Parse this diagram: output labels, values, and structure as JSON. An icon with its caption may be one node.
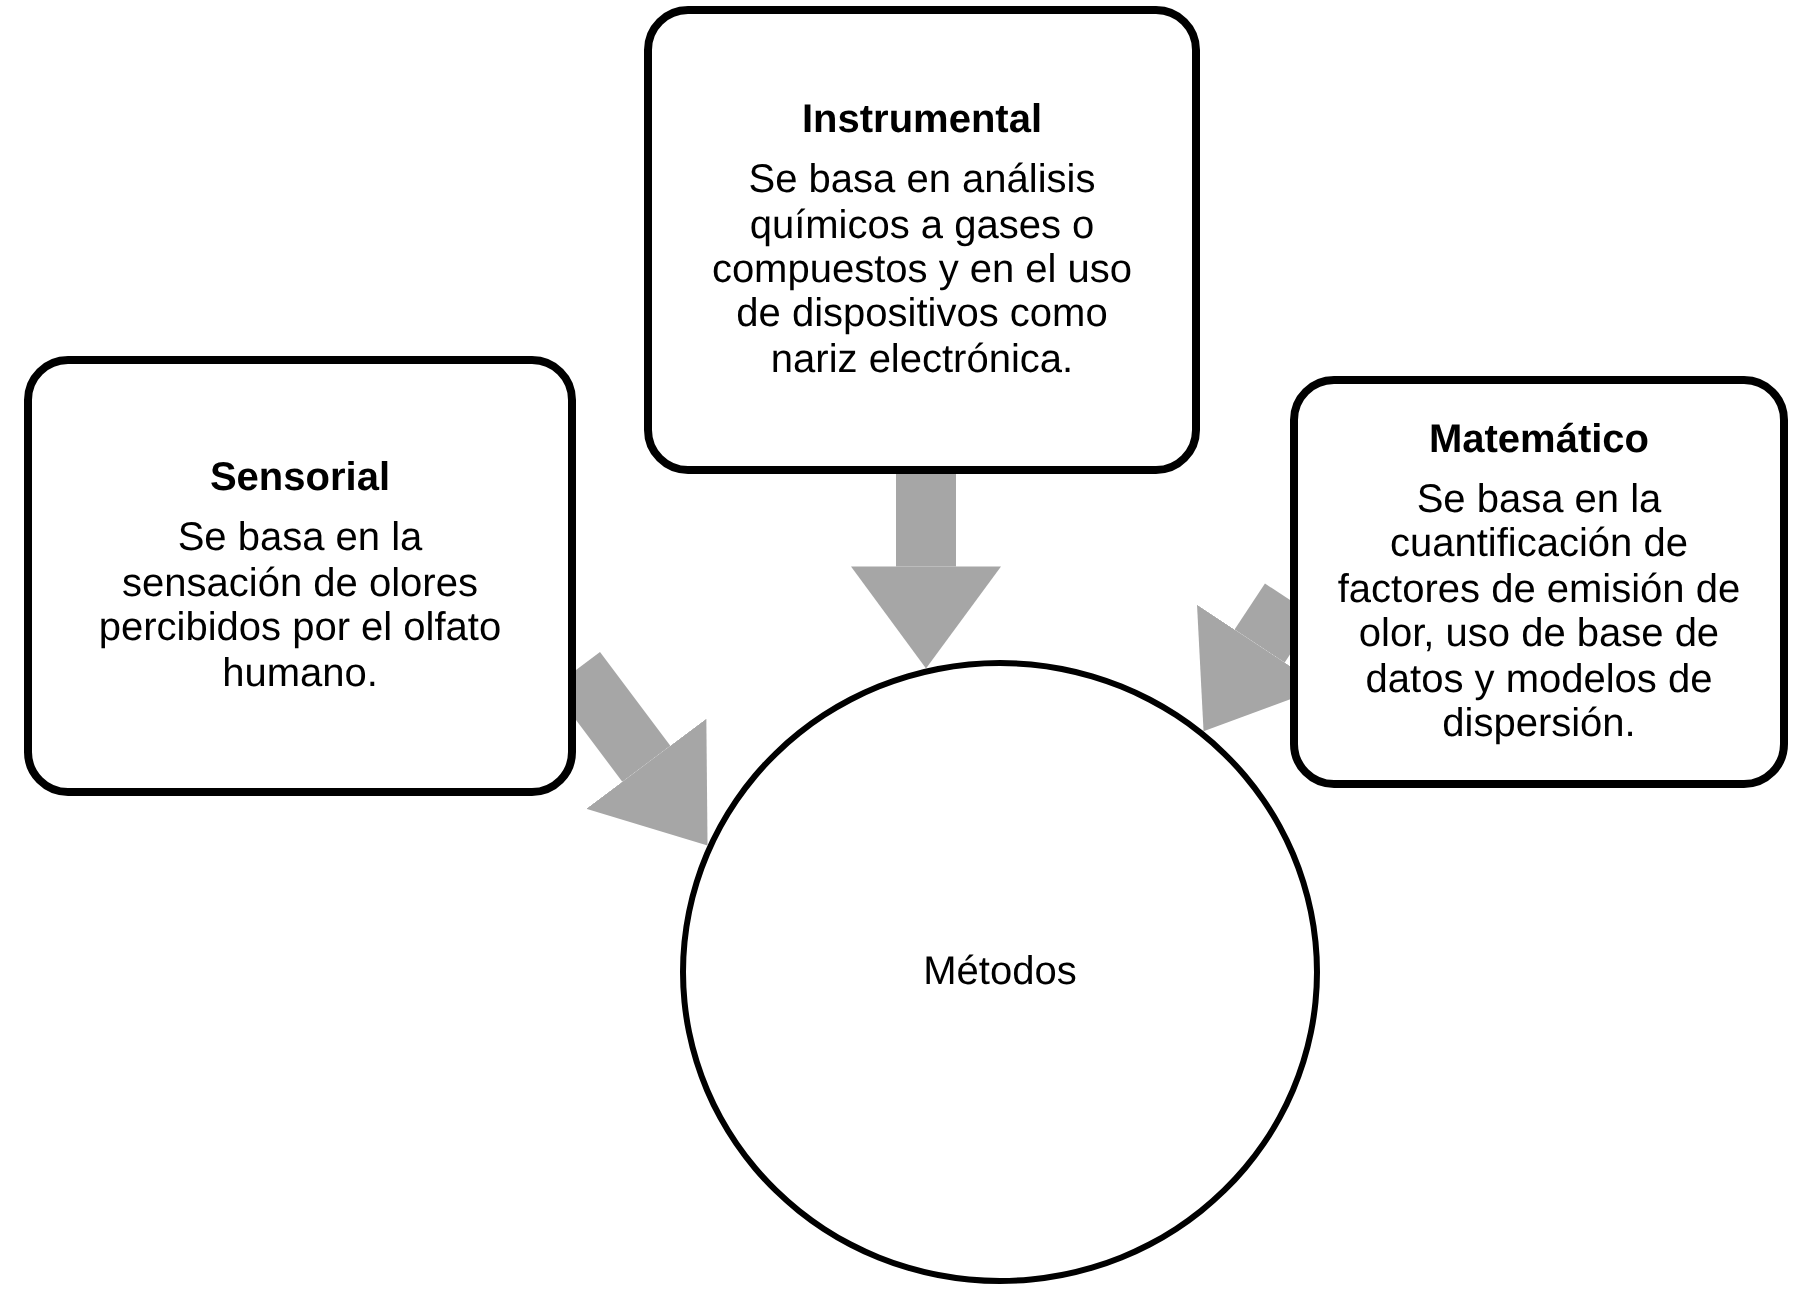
{
  "diagram": {
    "nodes": [
      {
        "text": [
          "Instrumental",
          "Se basa en análisis químicos a gases o compuestos y en el uso de dispositivos como nariz electrónica."
        ]
      },
      {
        "text": [
          "Sensorial",
          "Se basa en la sensación de olores percibidos por el olfato humano."
        ]
      },
      {
        "text": [
          "Matemático",
          "Se basa en la cuantificación de factores de emisión de olor, uso de base de datos y modelos de dispersión."
        ]
      },
      {
        "text": [
          "Métodos"
        ]
      }
    ],
    "edges": [
      {
        "from": 1,
        "to": 3,
        "arrow": "to"
      },
      {
        "from": 0,
        "to": 3,
        "arrow": "to"
      },
      {
        "from": 2,
        "to": 3,
        "arrow": "to"
      }
    ]
  }
}
